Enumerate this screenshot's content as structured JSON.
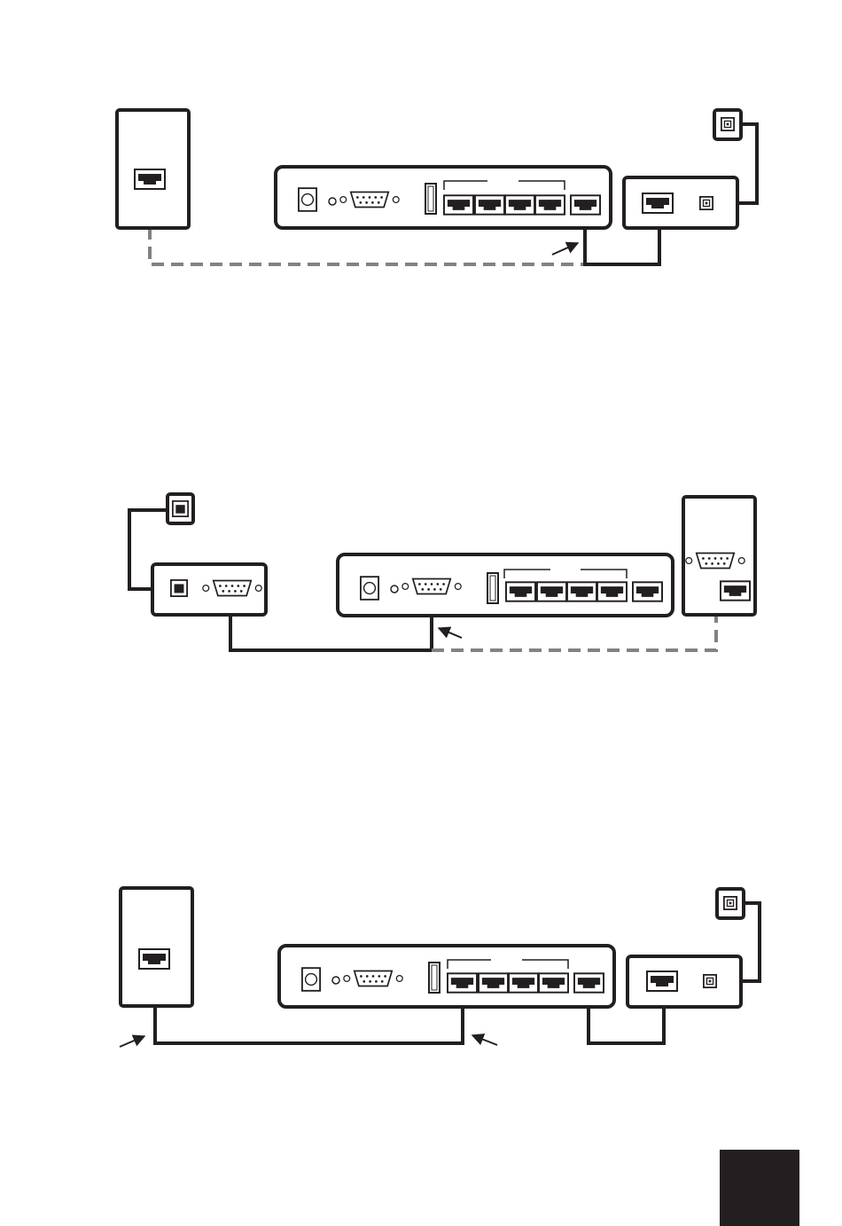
{
  "page": {
    "background": "#ffffff",
    "ink_color": "#231f20",
    "dashed_cable_color": "#808285",
    "corner_tab_color": "#231f20"
  },
  "diagrams": [
    {
      "id": "diagram-1",
      "description_visible_text": "",
      "devices": [
        "computer-tower",
        "router-rear-panel",
        "modem",
        "wall-coax-outlet"
      ],
      "cables": [
        "dashed-ethernet-computer-to-router",
        "ethernet-router-wan-to-modem",
        "coax-modem-to-wall"
      ]
    },
    {
      "id": "diagram-2",
      "description_visible_text": "",
      "devices": [
        "wall-phone-jack",
        "dialup-modem",
        "router-rear-panel",
        "computer-tower"
      ],
      "cables": [
        "phone-wall-to-modem",
        "serial-modem-to-router",
        "dashed-serial-computer-to-router"
      ]
    },
    {
      "id": "diagram-3",
      "description_visible_text": "",
      "devices": [
        "computer-tower",
        "router-rear-panel",
        "modem",
        "wall-coax-outlet"
      ],
      "cables": [
        "ethernet-computer-to-router-lan",
        "ethernet-router-wan-to-modem",
        "coax-modem-to-wall"
      ]
    }
  ]
}
